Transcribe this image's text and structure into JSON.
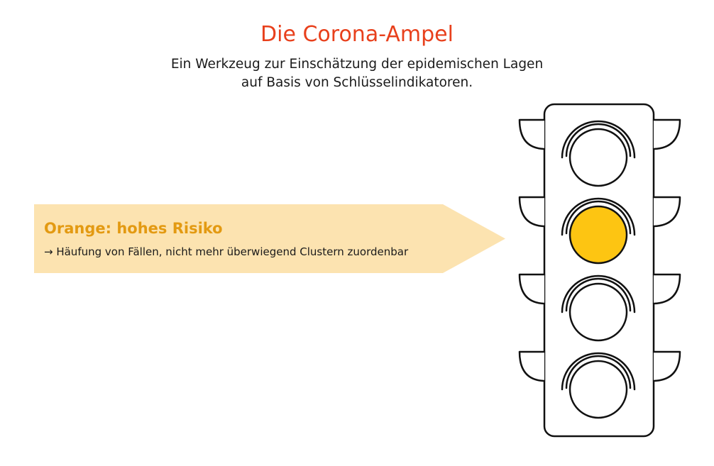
{
  "header": {
    "title": "Die Corona-Ampel",
    "subtitle_line1": "Ein Werkzeug zur Einschätzung der epidemischen Lagen",
    "subtitle_line2": "auf Basis von Schlüsselindikatoren."
  },
  "callout": {
    "heading": "Orange: hohes Risiko",
    "text": "→ Häufung von Fällen, nicht mehr überwiegend Clustern zuordenbar"
  },
  "traffic_light": {
    "lamps": [
      {
        "state": "off"
      },
      {
        "state": "on"
      },
      {
        "state": "off"
      },
      {
        "state": "off"
      }
    ]
  },
  "colors": {
    "title": "#e8401c",
    "heading": "#e39a12",
    "callout_bg": "#fce3b0",
    "lamp_on": "#fdc512",
    "outline": "#111111"
  }
}
